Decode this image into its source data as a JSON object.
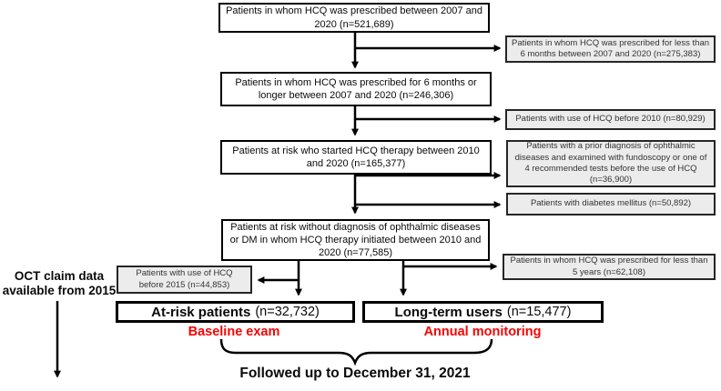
{
  "flow": {
    "main": [
      {
        "text": "Patients in whom HCQ was prescribed between 2007 and 2020 (n=521,689)"
      },
      {
        "text": "Patients in whom HCQ was prescribed for 6 months or longer between 2007 and 2020 (n=246,306)"
      },
      {
        "text": "Patients at risk who started HCQ therapy between 2010 and 2020 (n=165,377)"
      },
      {
        "text": "Patients at risk without diagnosis of ophthalmic diseases or DM in whom HCQ therapy initiated between 2010 and 2020 (n=77,585)"
      }
    ],
    "exclusions": [
      {
        "text": "Patients in whom HCQ was prescribed for less than 6 months between 2007 and 2020 (n=275,383)"
      },
      {
        "text": "Patients with use of HCQ before 2010 (n=80,929)"
      },
      {
        "text": "Patients with a prior diagnosis of ophthalmic diseases and examined with fundoscopy or one of 4 recommended tests before the use of HCQ (n=36,900)"
      },
      {
        "text": "Patients with diabetes mellitus (n=50,892)"
      },
      {
        "text": "Patients in whom HCQ was prescribed for less than 5 years (n=62,108)"
      },
      {
        "text": "Patients with use of HCQ before 2015 (n=44,853)"
      }
    ],
    "groups": {
      "at_risk": {
        "name": "At-risk patients",
        "count": "(n=32,732)",
        "label": "Baseline exam"
      },
      "long_term": {
        "name": "Long-term users",
        "count": "(n=15,477)",
        "label": "Annual monitoring"
      }
    },
    "notes": {
      "oct_line1": "OCT claim data",
      "oct_line2": "available from 2015",
      "followup": "Followed up to December 31, 2021"
    },
    "colors": {
      "highlight_red": "#f50505",
      "exclusion_fill": "#ececec",
      "line_black": "#000000"
    }
  }
}
